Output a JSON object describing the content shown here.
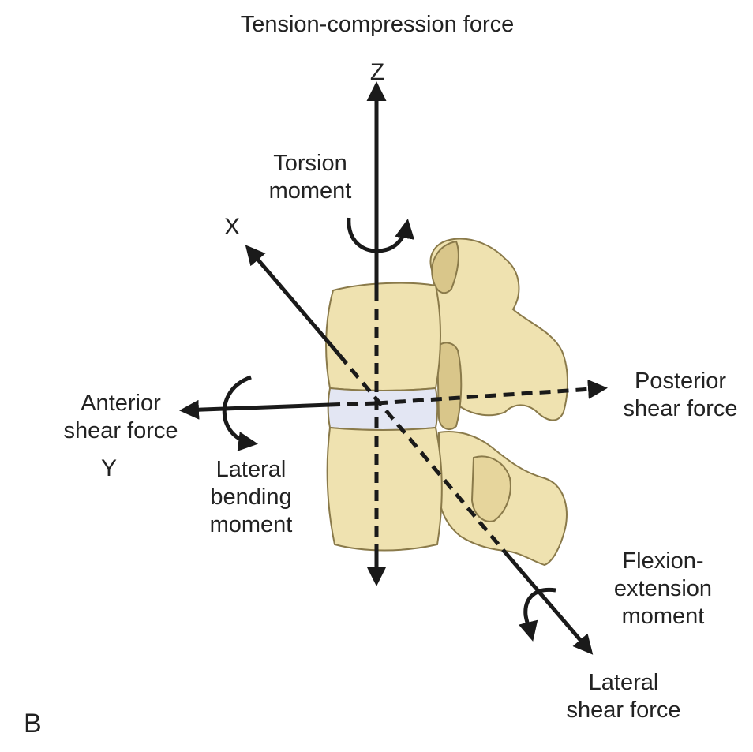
{
  "diagram": {
    "title": "Tension-compression force",
    "axes": {
      "z": "Z",
      "x": "X",
      "y": "Y"
    },
    "labels": {
      "torsion_moment": [
        "Torsion",
        "moment"
      ],
      "anterior_shear_force": [
        "Anterior",
        "shear force"
      ],
      "lateral_bending_moment": [
        "Lateral",
        "bending",
        "moment"
      ],
      "posterior_shear_force": [
        "Posterior",
        "shear force"
      ],
      "flexion_extension_moment": [
        "Flexion-",
        "extension",
        "moment"
      ],
      "lateral_shear_force": [
        "Lateral",
        "shear force"
      ]
    },
    "panel_letter": "B",
    "colors": {
      "bone_fill": "#efe2b0",
      "bone_shade": "#d9c68a",
      "bone_outline": "#8a7a4a",
      "disc_fill": "#e3e6f3",
      "arrow": "#1a1a1a"
    }
  }
}
